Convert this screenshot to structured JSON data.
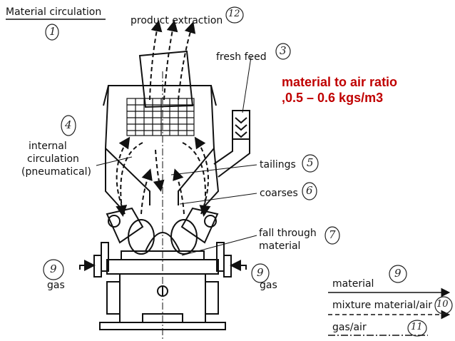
{
  "title": "Material circulation",
  "title_number": "1",
  "labels": {
    "product_extraction": "product extraction",
    "product_extraction_number": "12",
    "fresh_feed": "fresh feed",
    "fresh_feed_number": "3",
    "internal_line1": "internal",
    "internal_line2": "circulation",
    "internal_line3": "(pneumatical)",
    "internal_number": "4",
    "tailings": "tailings",
    "tailings_number": "5",
    "coarses": "coarses",
    "coarses_number": "6",
    "fall_through_line1": "fall through",
    "fall_through_line2": "material",
    "fall_through_number": "7",
    "gas_left": "gas",
    "gas_left_number": "9",
    "gas_right": "gas",
    "gas_right_number": "9"
  },
  "ratio_note": {
    "line1": "material to air ratio",
    "line2": ",0.5 – 0.6 kgs/m3",
    "color": "#c00000"
  },
  "legend": {
    "material": "material",
    "material_number": "9",
    "mixture": "mixture material/air",
    "mixture_number": "10",
    "gas_air": "gas/air",
    "gas_air_number": "11"
  }
}
